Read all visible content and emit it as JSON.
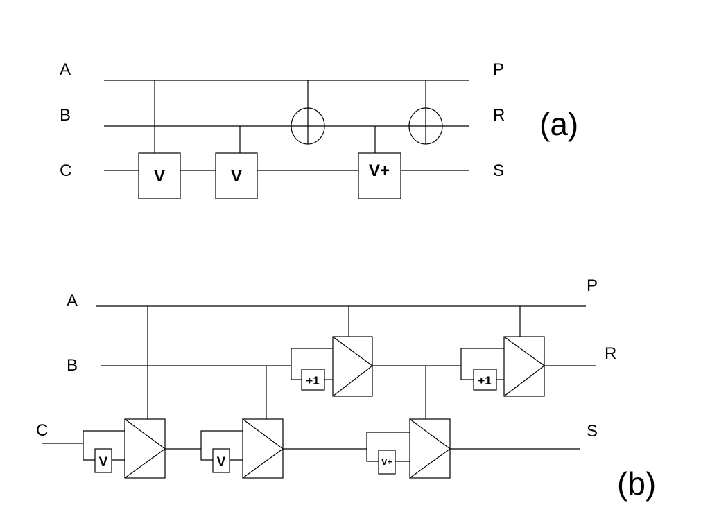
{
  "diagram_a": {
    "tag": "(a)",
    "inputs": [
      "A",
      "B",
      "C"
    ],
    "outputs": [
      "P",
      "R",
      "S"
    ],
    "gates": [
      "V",
      "V",
      "V+"
    ]
  },
  "diagram_b": {
    "tag": "(b)",
    "inputs": [
      "A",
      "B",
      "C"
    ],
    "outputs": [
      "P",
      "R",
      "S"
    ],
    "gates": [
      "+1",
      "+1",
      "V",
      "V",
      "V+"
    ]
  }
}
